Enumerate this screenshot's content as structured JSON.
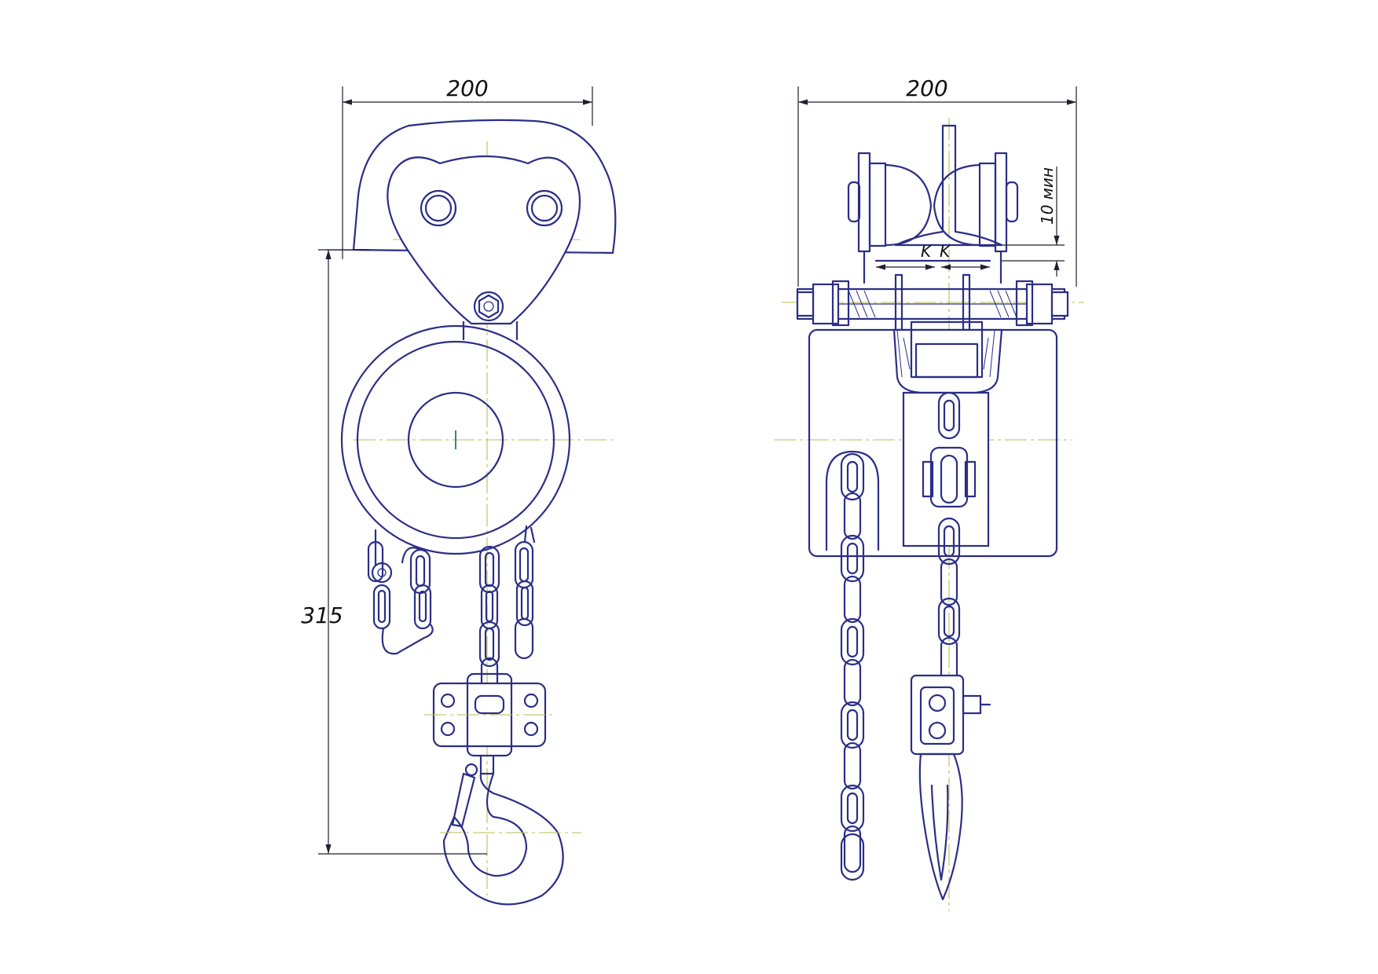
{
  "drawing": {
    "front_view": {
      "width_dimension": "200",
      "height_dimension": "315"
    },
    "side_view": {
      "width_dimension": "200",
      "clearance_dimension": "10 мин",
      "gap_label_left": "K",
      "gap_label_right": "K"
    }
  },
  "colors": {
    "outline": "#2b2f86",
    "axis": "#b9bd54",
    "dimension": "#1f2230"
  }
}
